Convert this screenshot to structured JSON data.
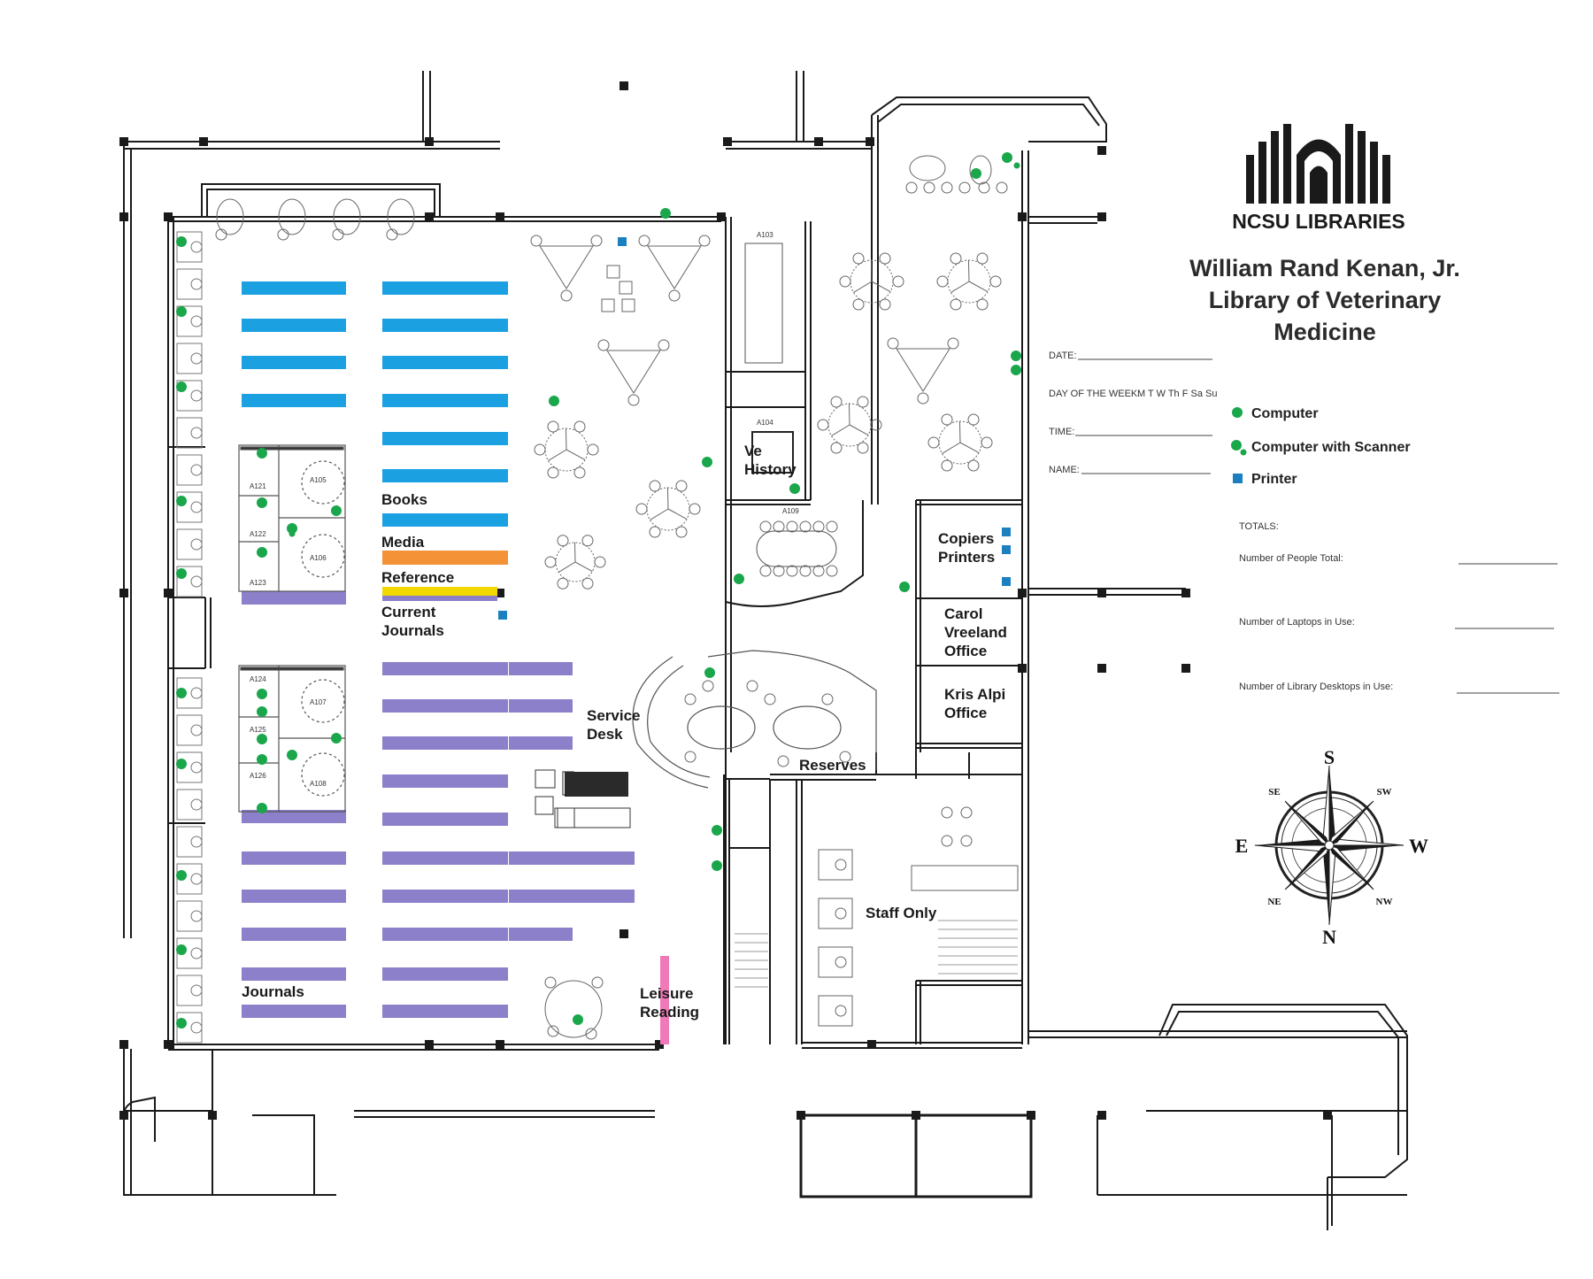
{
  "brand": {
    "logo_text": "NCSU LIBRARIES"
  },
  "title": {
    "line1": "William Rand Kenan, Jr.",
    "line2": "Library of Veterinary",
    "line3": "Medicine"
  },
  "form": {
    "date": "DATE:",
    "day_of_week": "DAY OF THE WEEK:",
    "days": "M   T   W   Th  F  Sa  Su",
    "time": "TIME:",
    "name": "NAME:",
    "totals": "TOTALS:",
    "people_total": "Number of People Total:",
    "laptops": "Number of Laptops in Use:",
    "desktops": "Number of Library Desktops in Use:"
  },
  "legend": {
    "computer": "Computer",
    "computer_scanner": "Computer with Scanner",
    "printer": "Printer"
  },
  "colors": {
    "computer": "#1aa64a",
    "printer": "#1b7fc0",
    "books": "#1ba1e2",
    "media": "#f39237",
    "reference": "#f2d800",
    "journals": "#8b80c9",
    "leisure": "#f07ab8",
    "wall": "#1a1a1a"
  },
  "areas": {
    "books": "Books",
    "media": "Media",
    "reference": "Reference",
    "current": "Current",
    "journals_sub": "Journals",
    "journals": "Journals",
    "service": "Service",
    "desk": "Desk",
    "reserves": "Reserves",
    "staff_only": "Staff Only",
    "leisure": "Leisure",
    "reading": "Reading",
    "copiers": "Copiers",
    "printers": "Printers",
    "carol": "Carol",
    "vreeland": "Vreeland",
    "office": "Office",
    "kris": "Kris Alpi",
    "office2": "Office",
    "vet_history_a": "Ve",
    "vet_history_b": "History"
  },
  "rooms": {
    "a103": "A103",
    "a104": "A104",
    "a109": "A109",
    "a105": "A105",
    "a106": "A106",
    "a107": "A107",
    "a108": "A108",
    "a121": "A121",
    "a122": "A122",
    "a123": "A123",
    "a124": "A124",
    "a125": "A125",
    "a126": "A126"
  },
  "compass": {
    "s": "S",
    "n": "N",
    "e": "E",
    "w": "W",
    "se": "SE",
    "sw": "SW",
    "ne": "NE",
    "nw": "NW"
  }
}
